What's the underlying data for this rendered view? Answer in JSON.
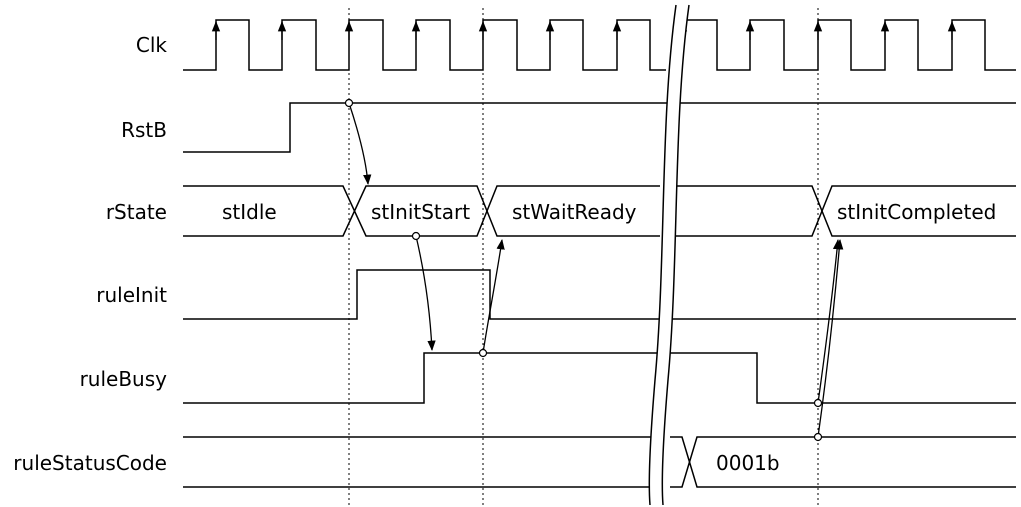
{
  "signals": {
    "clk": "Clk",
    "rstb": "RstB",
    "rstate": "rState",
    "rule_init": "ruleInit",
    "rule_busy": "ruleBusy",
    "rule_status_code": "ruleStatusCode"
  },
  "values": {
    "st_idle": "stIdle",
    "st_init_start": "stInitStart",
    "st_wait_ready": "stWaitReady",
    "st_init_completed": "stInitCompleted",
    "status_code": "0001b"
  }
}
